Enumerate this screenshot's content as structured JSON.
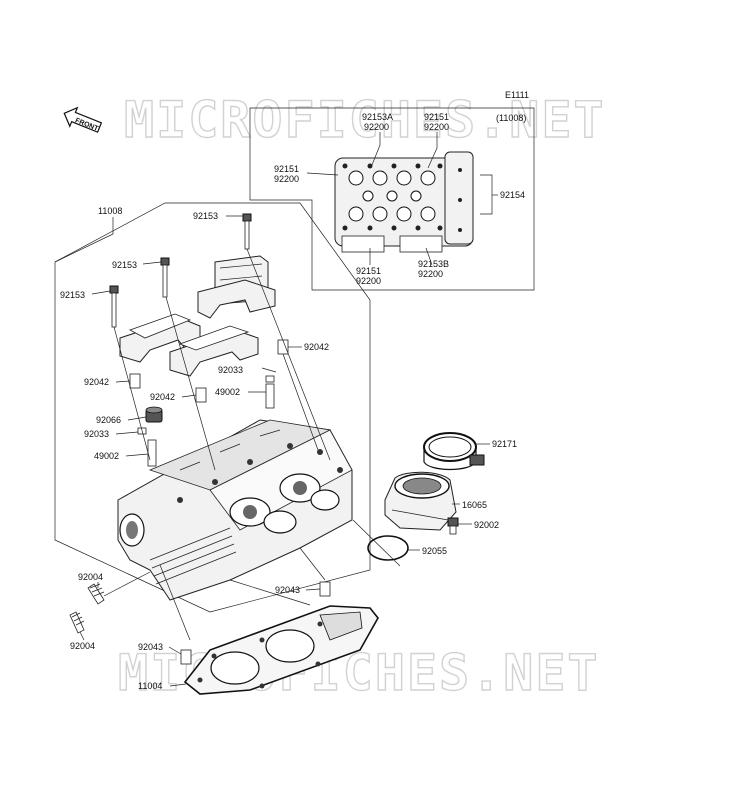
{
  "watermark": {
    "top": "MICROFICHES.NET",
    "bottom": "MICROFICHES.NET"
  },
  "diagram_code": "E1111",
  "front_label": "FRONT",
  "inset": {
    "ref": "(11008)"
  },
  "labels": {
    "l92153A": "92153A",
    "l92200a": "92200",
    "l92151a": "92151",
    "l92200b": "92200",
    "l92151b": "92151",
    "l92200c": "92200",
    "l92154": "92154",
    "l92151c": "92151",
    "l92200d": "92200",
    "l92153B": "92153B",
    "l92200e": "92200",
    "l11008": "11008",
    "l92153_1": "92153",
    "l92153_2": "92153",
    "l92153_3": "92153",
    "l92042_1": "92042",
    "l92042_2": "92042",
    "l92042_3": "92042",
    "l92033_1": "92033",
    "l92033_2": "92033",
    "l49002_1": "49002",
    "l49002_2": "49002",
    "l92066": "92066",
    "l92171": "92171",
    "l16065": "16065",
    "l92002": "92002",
    "l92055": "92055",
    "l92004_1": "92004",
    "l92004_2": "92004",
    "l92043_1": "92043",
    "l92043_2": "92043",
    "l11004": "11004"
  }
}
